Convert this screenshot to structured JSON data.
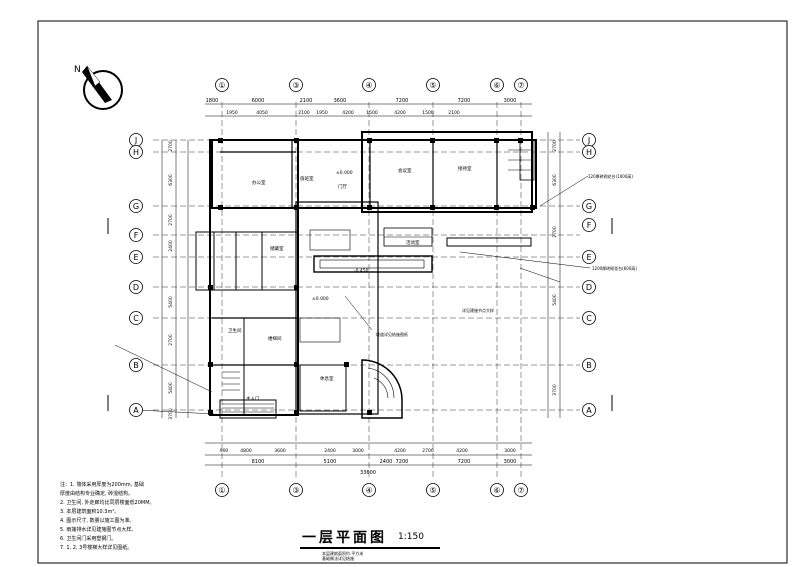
{
  "drawing": {
    "title": "一层平面图",
    "scale": "1:150",
    "subtitle_lines": [
      "本层建筑面积约 平方米",
      "基础做法详见结施"
    ]
  },
  "axes": {
    "top_labels": [
      "①",
      "③",
      "④",
      "⑤",
      "⑥",
      "⑦"
    ],
    "bottom_labels": [
      "①",
      "③",
      "④",
      "⑤",
      "⑥",
      "⑦"
    ],
    "left_labels": [
      "J",
      "H",
      "G",
      "F",
      "E",
      "D",
      "C",
      "B",
      "A"
    ],
    "right_labels": [
      "J",
      "H",
      "G",
      "F",
      "E",
      "D",
      "C",
      "B",
      "A"
    ]
  },
  "dimensions": {
    "top_overall": [
      "1800",
      "6000",
      "2100",
      "3600",
      "7200",
      "7200",
      "3000"
    ],
    "top_detail": [
      "1950",
      "4050",
      "2100",
      "1950",
      "4200",
      "1500",
      "4200",
      "1500",
      "2100"
    ],
    "bottom_overall": [
      "8100",
      "5100",
      "2400",
      "7200",
      "7200",
      "3000"
    ],
    "bottom_detail": [
      "900",
      "4800",
      "3600",
      "2400",
      "3000",
      "4200",
      "2700",
      "4200",
      "3000"
    ],
    "total": "33600",
    "left_chain": [
      "2700",
      "6300",
      "2700",
      "2400",
      "5400",
      "2700",
      "5400",
      "3700"
    ],
    "right_chain": [
      "2700",
      "6300",
      "2700",
      "5400",
      "3700"
    ]
  },
  "rooms": [
    "办公室",
    "值班室",
    "门厅",
    "会议室",
    "接待室",
    "卫生间",
    "楼梯间",
    "休息室",
    "活动室",
    "储藏室",
    "主入口"
  ],
  "elevations": [
    "±0.000",
    "-0.450",
    "±0.000"
  ],
  "callouts": [
    "120厚砖砌花台(1000高)",
    "1200厚砖砌花台(600高)",
    "详见建施节点大样",
    "坡道详见结施图纸"
  ],
  "notes": [
    "注：1. 墙体采用厚度为200mm, 基础",
    "      厚度由结构专业确定, 砖混结构。",
    "   2. 卫生间, 外走廊均比同层楼面低20MM。",
    "   3. 本层建筑面积10.3m²。",
    "   4. 图示尺寸, 数量以施工图为准。",
    "   5. 雨篷排水详见建施图节点大样。",
    "   6. 卫生间门采用塑钢门。",
    "   7. 1, 2, 3号楼梯大样详见图纸。"
  ],
  "colors": {
    "lines": "#000000",
    "background": "#ffffff"
  }
}
